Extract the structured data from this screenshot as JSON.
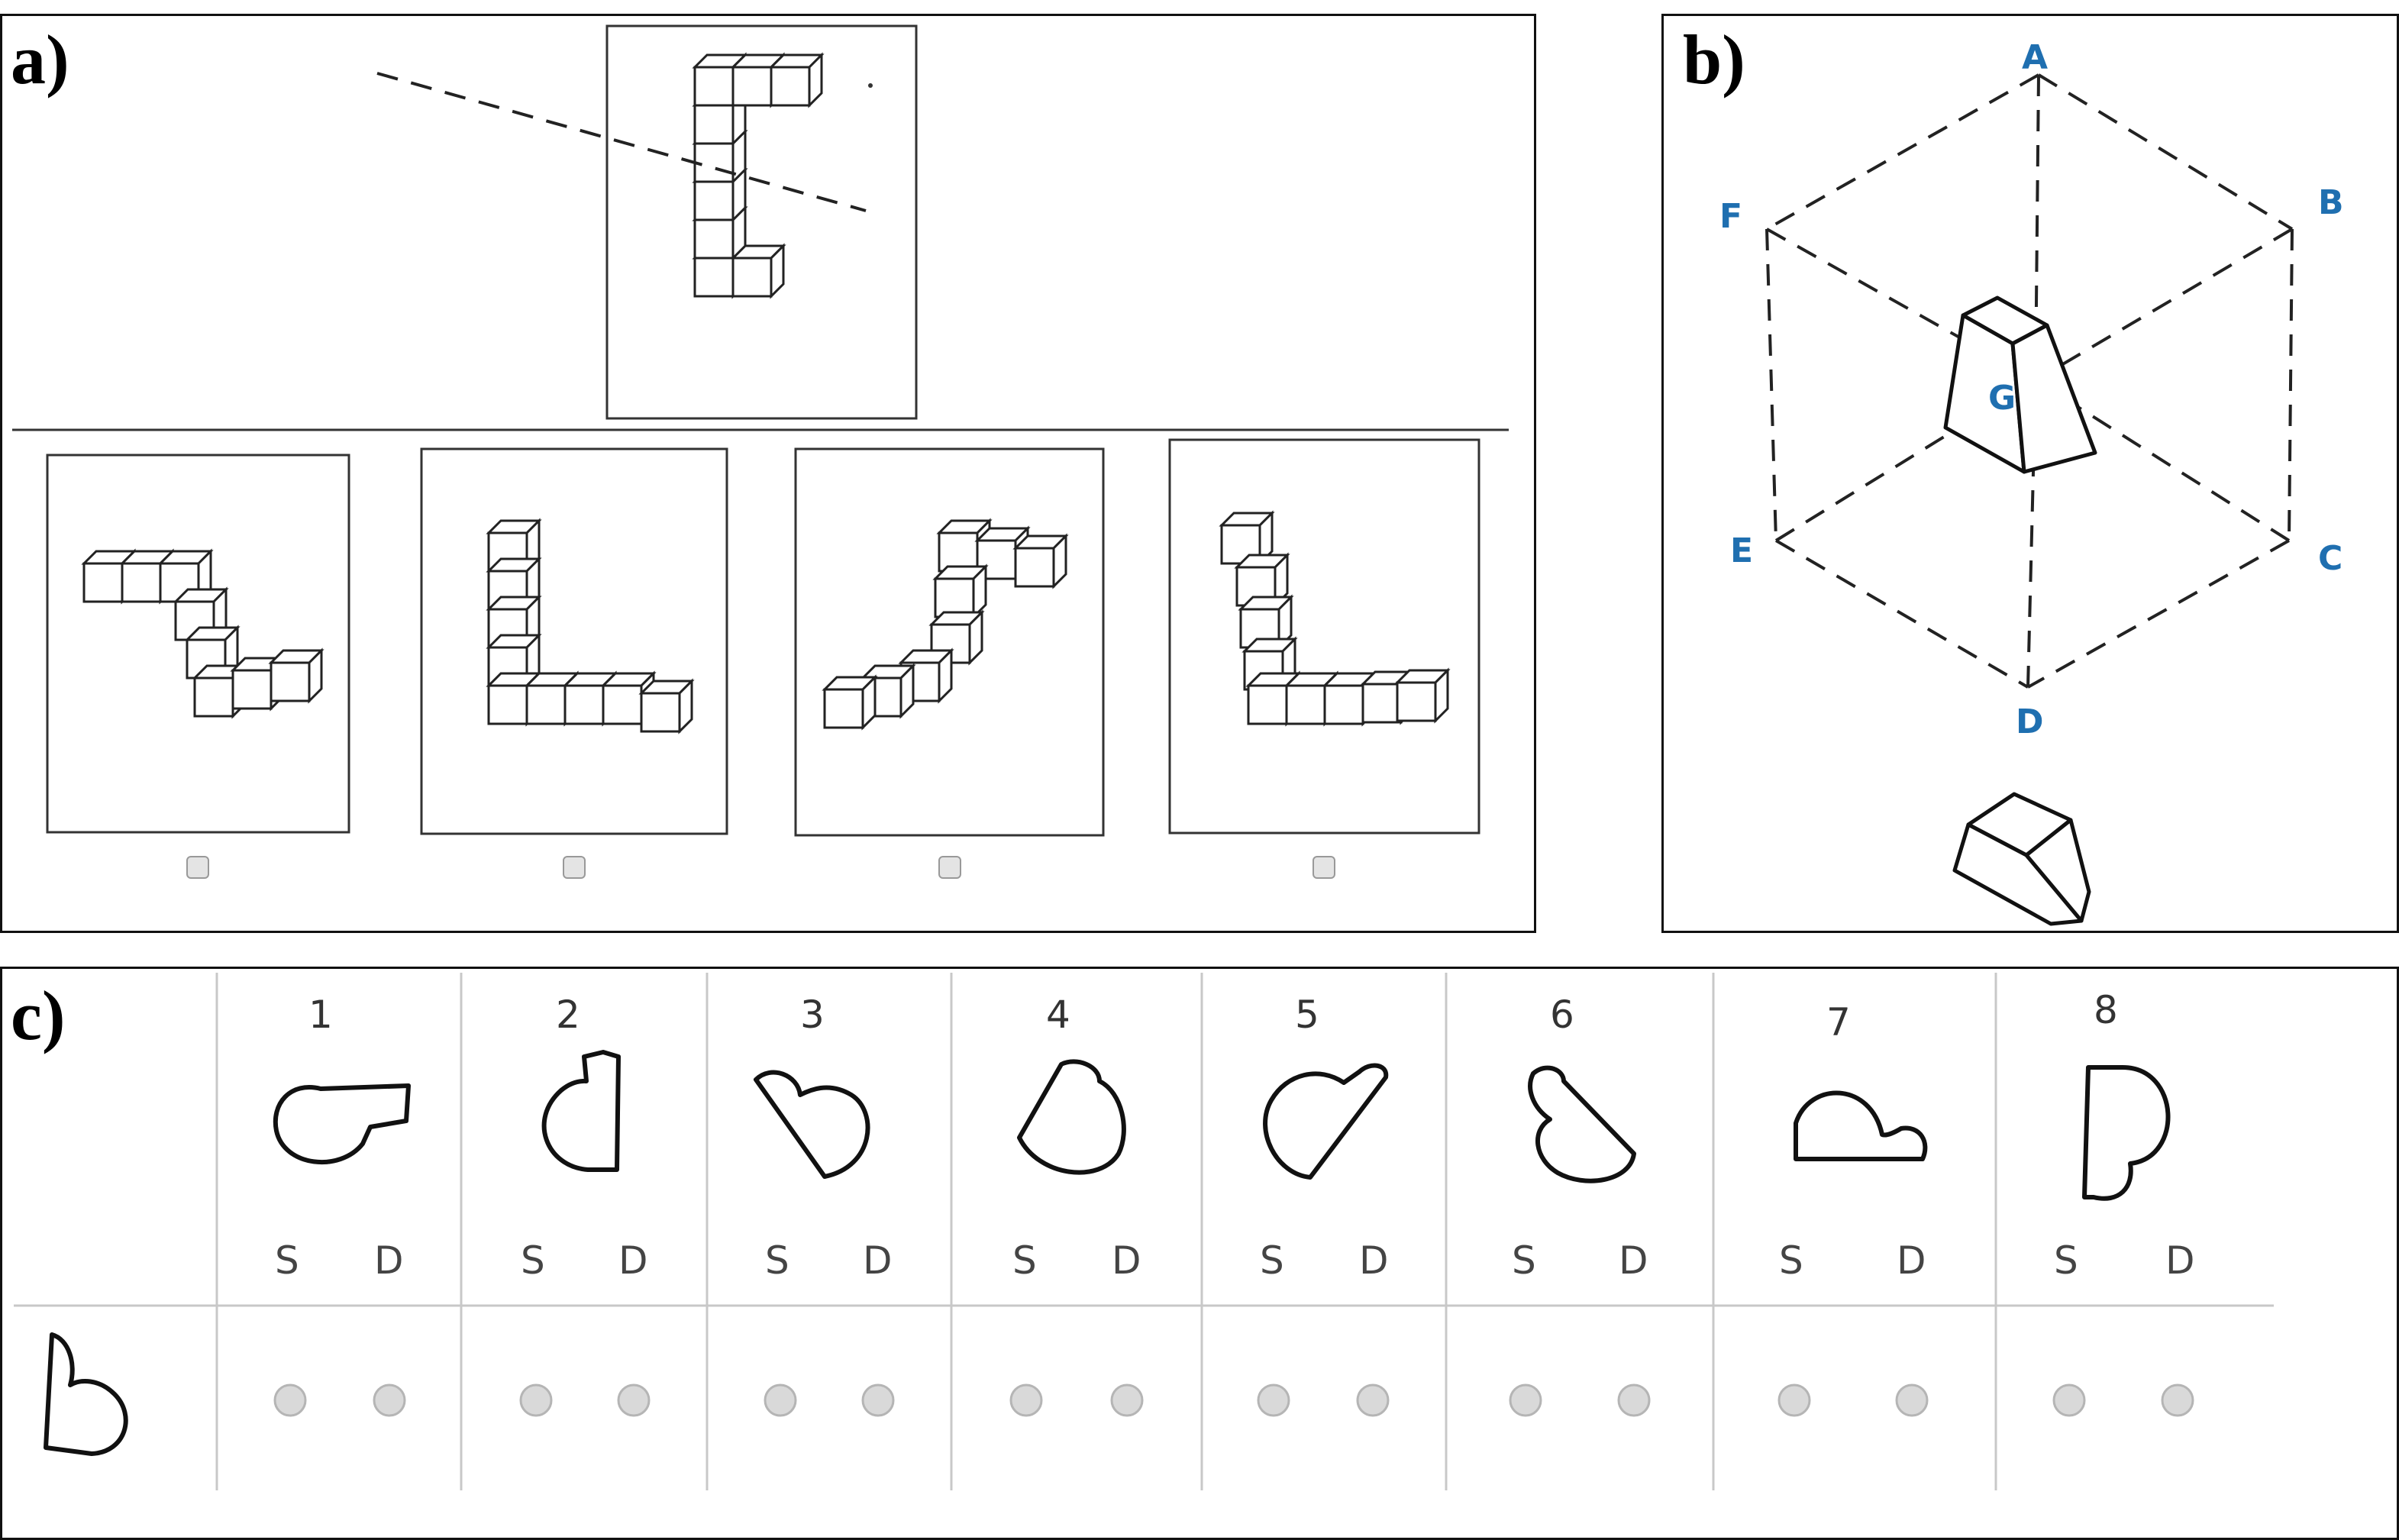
{
  "panels": {
    "a": {
      "label": "a)"
    },
    "b": {
      "label": "b)"
    },
    "c": {
      "label": "c)"
    }
  },
  "cube_vertices": [
    "A",
    "B",
    "C",
    "D",
    "E",
    "F",
    "G"
  ],
  "shape_items": [
    {
      "number": "1",
      "same": "S",
      "different": "D"
    },
    {
      "number": "2",
      "same": "S",
      "different": "D"
    },
    {
      "number": "3",
      "same": "S",
      "different": "D"
    },
    {
      "number": "4",
      "same": "S",
      "different": "D"
    },
    {
      "number": "5",
      "same": "S",
      "different": "D"
    },
    {
      "number": "6",
      "same": "S",
      "different": "D"
    },
    {
      "number": "7",
      "same": "S",
      "different": "D"
    },
    {
      "number": "8",
      "same": "S",
      "different": "D"
    }
  ],
  "colors": {
    "vertex_label": "#1f6fb0",
    "radio_fill": "#d9d9d9",
    "grid_line": "#c8c8c8"
  }
}
